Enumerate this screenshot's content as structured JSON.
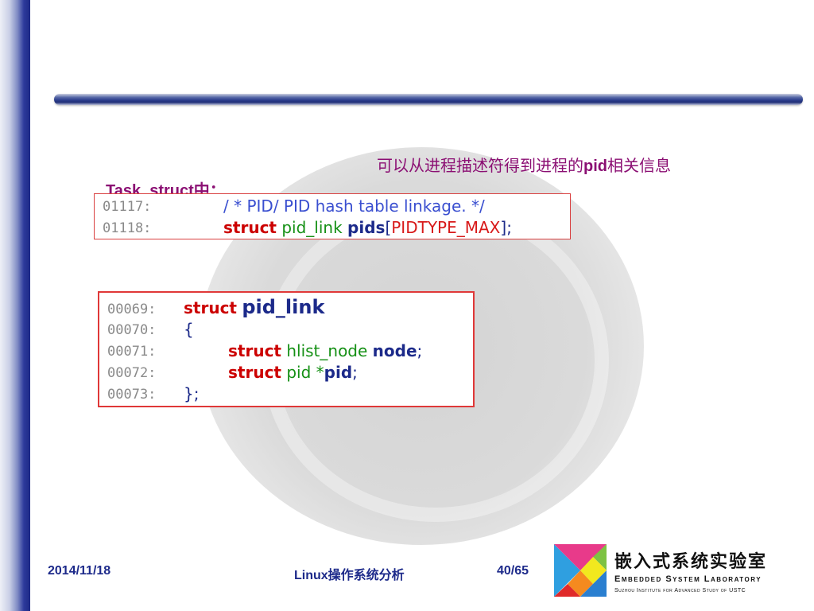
{
  "slide": {
    "subtitle_prefix": "可以从进程描述符得到进程的",
    "subtitle_bold": "pid",
    "subtitle_suffix": "相关信息",
    "task_label": "Task_struct中："
  },
  "code_block_1": {
    "lines": [
      {
        "num": "01117:",
        "comment": "/ * PID/ PID hash table linkage. */"
      },
      {
        "num": "01118:",
        "kw": "struct",
        "type": "pid_link",
        "field": "pids",
        "open": "[",
        "size": "PIDTYPE_MAX",
        "close": "];"
      }
    ]
  },
  "code_block_2": {
    "lines": [
      {
        "num": "00069:",
        "kw": "struct",
        "name": "pid_link"
      },
      {
        "num": "00070:",
        "text": "{"
      },
      {
        "num": "00071:",
        "kw": "struct",
        "type": "hlist_node",
        "field": "node",
        "end": ";"
      },
      {
        "num": "00072:",
        "kw": "struct",
        "type": "pid",
        "star": "*",
        "field": "pid",
        "end": ";"
      },
      {
        "num": "00073:",
        "text": "};"
      }
    ]
  },
  "footer": {
    "date": "2014/11/18",
    "course": "Linux操作系统分析",
    "page": "40/65"
  },
  "lab": {
    "name_cn": "嵌入式系统实验室",
    "name_en": "Embedded System Laboratory",
    "institute": "Suzhou Institute for Advanced Study of USTC"
  },
  "colors": {
    "accent_navy": "#1d2a8a",
    "title_purple": "#8b0f73",
    "keyword_red": "#cc0000",
    "type_green": "#159015"
  }
}
